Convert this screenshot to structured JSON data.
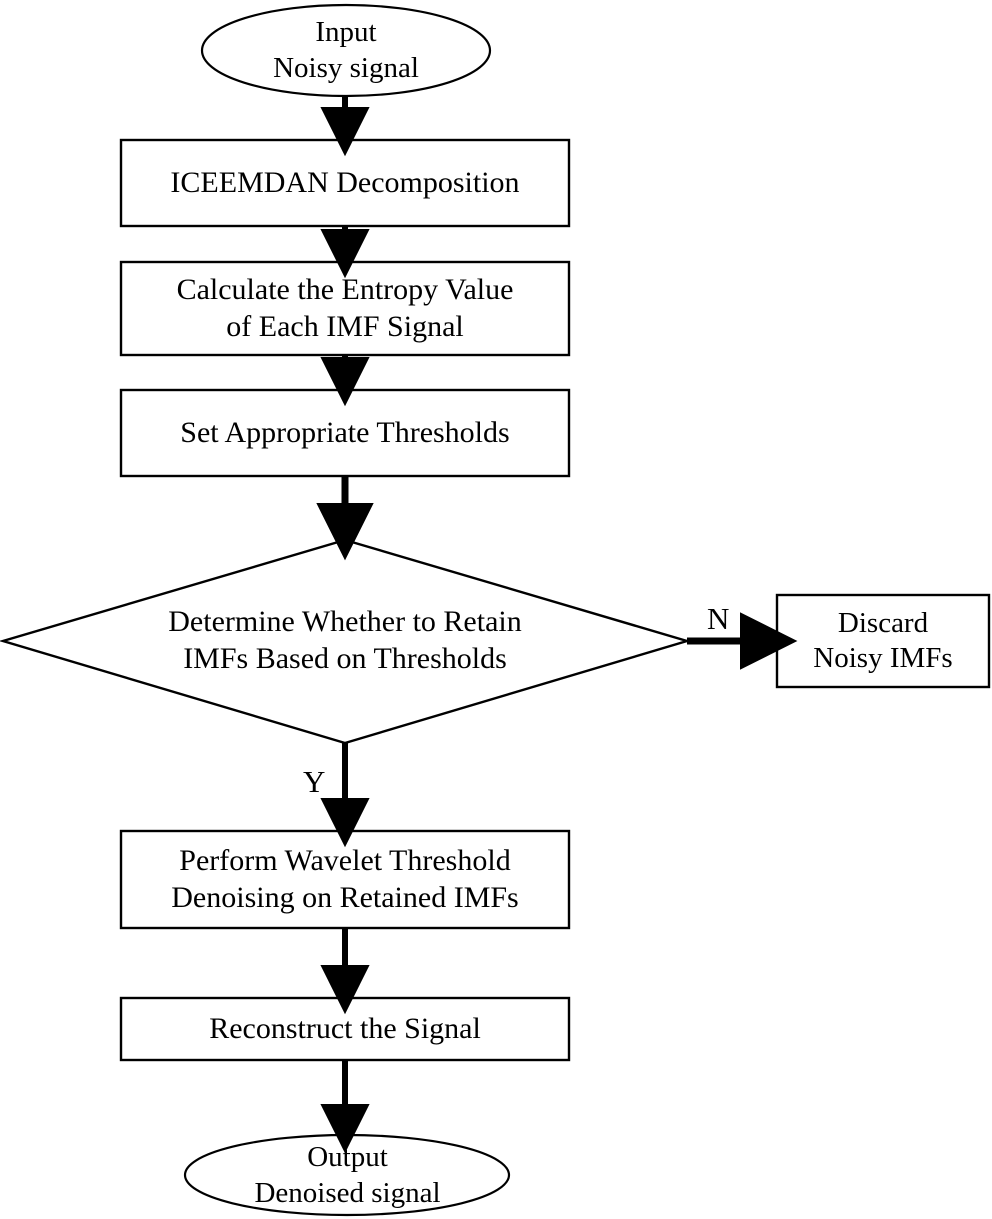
{
  "diagram": {
    "title": "ICEEMDAN wavelet threshold denoising flowchart",
    "stroke_color": "#000000",
    "fill_color": "#ffffff",
    "text_color": "#000000",
    "nodes": {
      "start": {
        "shape": "ellipse",
        "line1": "Input",
        "line2": "Noisy signal"
      },
      "decomposition": {
        "shape": "rect",
        "line1": "ICEEMDAN Decomposition"
      },
      "entropy": {
        "shape": "rect",
        "line1": "Calculate the Entropy Value",
        "line2": "of Each IMF Signal"
      },
      "thresholds": {
        "shape": "rect",
        "line1": "Set Appropriate Thresholds"
      },
      "decision": {
        "shape": "diamond",
        "line1": "Determine Whether to Retain",
        "line2": "IMFs Based on Thresholds"
      },
      "discard": {
        "shape": "rect",
        "line1": "Discard",
        "line2": "Noisy IMFs"
      },
      "wavelet": {
        "shape": "rect",
        "line1": "Perform Wavelet Threshold",
        "line2": "Denoising on Retained IMFs"
      },
      "reconstruct": {
        "shape": "rect",
        "line1": "Reconstruct the Signal"
      },
      "end": {
        "shape": "ellipse",
        "line1": "Output",
        "line2": "Denoised signal"
      }
    },
    "edge_labels": {
      "no_branch": "N",
      "yes_branch": "Y"
    }
  }
}
